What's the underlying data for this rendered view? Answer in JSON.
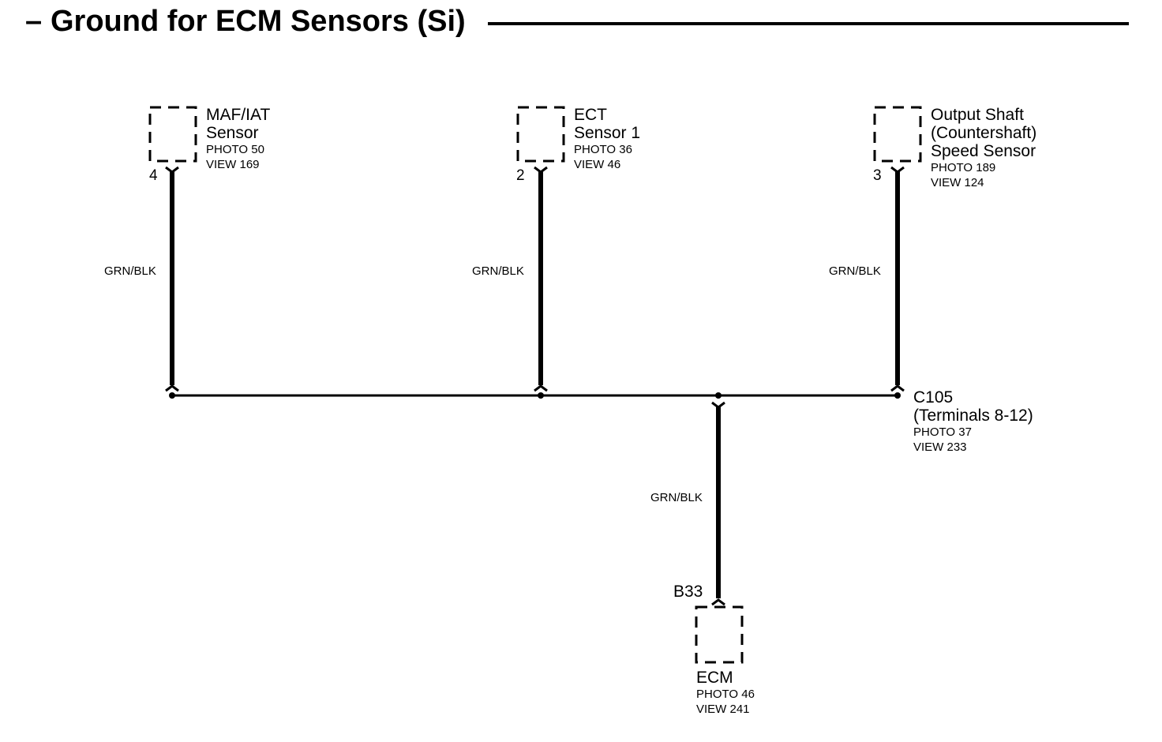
{
  "title": "Ground for ECM Sensors (Si)",
  "title_dash": "–",
  "wire_color": "#000000",
  "components": [
    {
      "name_lines": [
        "MAF/IAT",
        "Sensor"
      ],
      "photo": "PHOTO 50",
      "view": "VIEW 169",
      "pin": "4",
      "wire": "GRN/BLK"
    },
    {
      "name_lines": [
        "ECT",
        "Sensor 1"
      ],
      "photo": "PHOTO 36",
      "view": "VIEW 46",
      "pin": "2",
      "wire": "GRN/BLK"
    },
    {
      "name_lines": [
        "Output Shaft",
        "(Countershaft)",
        "Speed Sensor"
      ],
      "photo": "PHOTO 189",
      "view": "VIEW 124",
      "pin": "3",
      "wire": "GRN/BLK"
    }
  ],
  "junction": {
    "name_lines": [
      "C105",
      "(Terminals 8-12)"
    ],
    "photo": "PHOTO 37",
    "view": "VIEW 233"
  },
  "ecm": {
    "name": "ECM",
    "photo": "PHOTO 46",
    "view": "VIEW 241",
    "pin": "B33",
    "wire": "GRN/BLK"
  }
}
